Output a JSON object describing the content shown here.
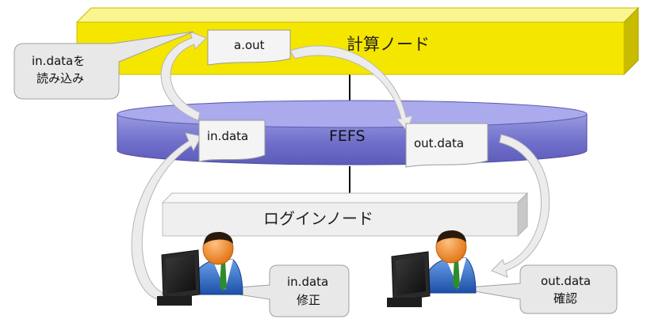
{
  "nodes": {
    "compute": "計算ノード",
    "storage": "FEFS",
    "login": "ログインノード"
  },
  "files": {
    "program": "a.out",
    "input": "in.data",
    "output": "out.data"
  },
  "callouts": {
    "read_line1": "in.dataを",
    "read_line2": "読み込み",
    "edit_line1": "in.data",
    "edit_line2": "修正",
    "check_line1": "out.data",
    "check_line2": "確認"
  },
  "colors": {
    "compute": "#f5e600",
    "storage": "#7b7bd0",
    "login": "#efefef",
    "callout": "#e8e8e8"
  }
}
